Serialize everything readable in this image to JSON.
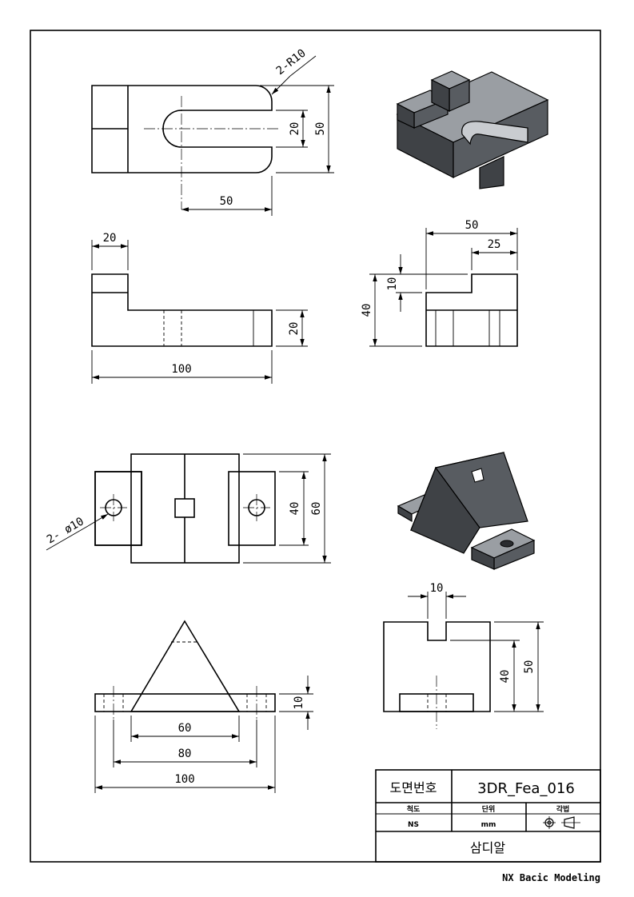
{
  "part_a": {
    "top_view": {
      "slot_note": "2-R10",
      "slot_width": "20",
      "depth": "50",
      "slot_length": "50"
    },
    "front_view": {
      "step_width": "20",
      "base_height": "20",
      "overall_length": "100"
    },
    "side_view": {
      "width": "50",
      "step_depth": "25",
      "step_height": "10",
      "height": "40"
    }
  },
  "part_b": {
    "top_view": {
      "hole_note": "2- ø10",
      "pad_depth": "40",
      "overall_depth": "60"
    },
    "front_view": {
      "inner_width": "60",
      "hole_spacing": "80",
      "overall_length": "100",
      "base_height": "10"
    },
    "side_view": {
      "notch_width": "10",
      "slot_height": "40",
      "overall_height": "50"
    }
  },
  "title_block": {
    "drawing_no_label": "도면번호",
    "drawing_no": "3DR_Fea_016",
    "scale_label": "척도",
    "unit_label": "단위",
    "projection_label": "각법",
    "scale_value": "NS",
    "unit_value": "mm",
    "part_name": "삼디알"
  },
  "footer": "NX Bacic Modeling"
}
